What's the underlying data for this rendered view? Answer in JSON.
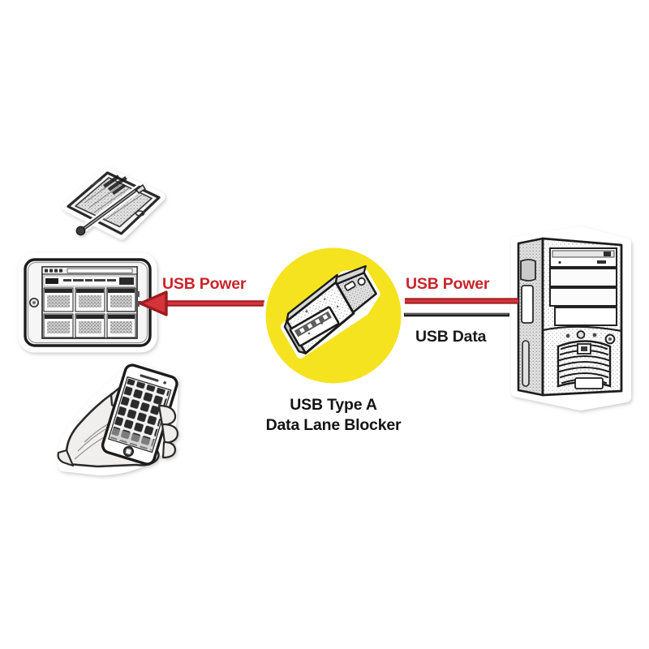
{
  "diagram": {
    "title": "USB Type A Data Lane Blocker connection diagram",
    "background_color": "#ffffff",
    "accent_circle_color": "#f5e320",
    "power_line_color": "#c9252c",
    "data_line_color": "#2b2b2b"
  },
  "labels": {
    "usb_power_left": "USB Power",
    "usb_power_right": "USB Power",
    "usb_data": "USB Data"
  },
  "caption": {
    "line1": "USB Type A",
    "line2": "Data Lane Blocker"
  },
  "devices": {
    "phablet_stylus": "phablet-with-stylus",
    "tablet": "tablet-landscape",
    "smartphone_hand": "hand-holding-smartphone",
    "desktop_tower": "desktop-tower-pc",
    "adapter": "usb-type-a-data-blocker-adapter"
  },
  "connections": [
    {
      "name": "usb-power-to-devices",
      "label": "USB Power",
      "from": "usb-blocker",
      "to": "mobile-devices",
      "color": "#c9252c",
      "arrowhead": "left"
    },
    {
      "name": "usb-power-from-pc",
      "label": "USB Power",
      "from": "desktop-tower-pc",
      "to": "usb-blocker",
      "color": "#c9252c",
      "arrowhead": "none"
    },
    {
      "name": "usb-data-blocked",
      "label": "USB Data",
      "from": "desktop-tower-pc",
      "to": "usb-blocker",
      "color": "#2b2b2b",
      "arrowhead": "none"
    }
  ]
}
